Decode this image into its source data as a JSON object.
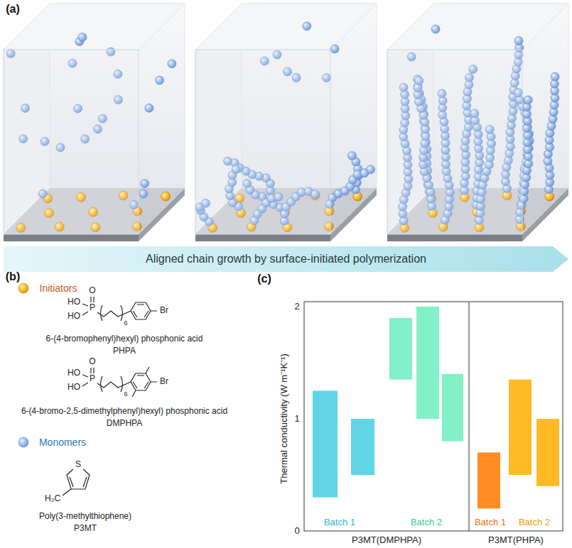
{
  "diagram": {
    "nodes": [
      {
        "text": [
          "Aligned chain growth by surface-initiated polymerization"
        ]
      }
    ],
    "labels": [
      "(a)",
      "(b)",
      "Initiators",
      "O",
      "P",
      "HO",
      "HO",
      "6",
      "Br",
      "6-(4-bromophenyl)hexyl) phosphonic acid",
      "PHPA",
      "O",
      "P",
      "HO",
      "HO",
      "6",
      "Br",
      "6-(4-bromo-2,5-dimethylphenyl)hexyl) phosphonic acid",
      "DMPHPA",
      "Monomers",
      "S",
      "H₃C",
      "Poly(3-methylthiophene)",
      "P3MT",
      "(c)",
      "Thermal conductivity (W m⁻¹K⁻¹)",
      "2",
      "1",
      "0",
      "Batch 1",
      "Batch 2",
      "Batch 1",
      "Batch 2",
      "P3MT(DMPHPA)",
      "P3MT(PHPA)"
    ]
  }
}
